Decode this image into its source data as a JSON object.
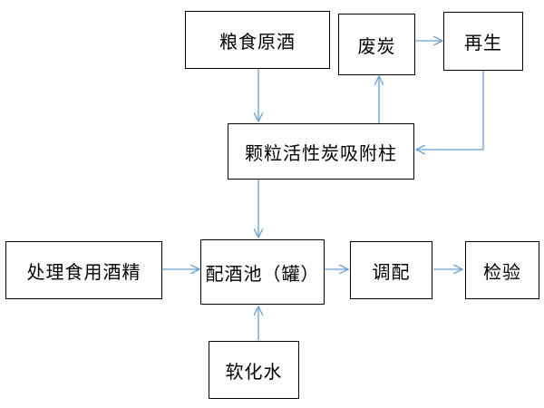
{
  "nodes": {
    "grain_liquor": "粮食原酒",
    "waste_carbon": "废炭",
    "regenerate": "再生",
    "carbon_column": "颗粒活性炭吸附柱",
    "treated_alcohol": "处理食用酒精",
    "blending_tank": "配酒池（罐）",
    "soft_water": "软化水",
    "blending": "调配",
    "inspection": "检验"
  },
  "colors": {
    "arrow": "#6a9fd1",
    "box_border": "#000000"
  }
}
